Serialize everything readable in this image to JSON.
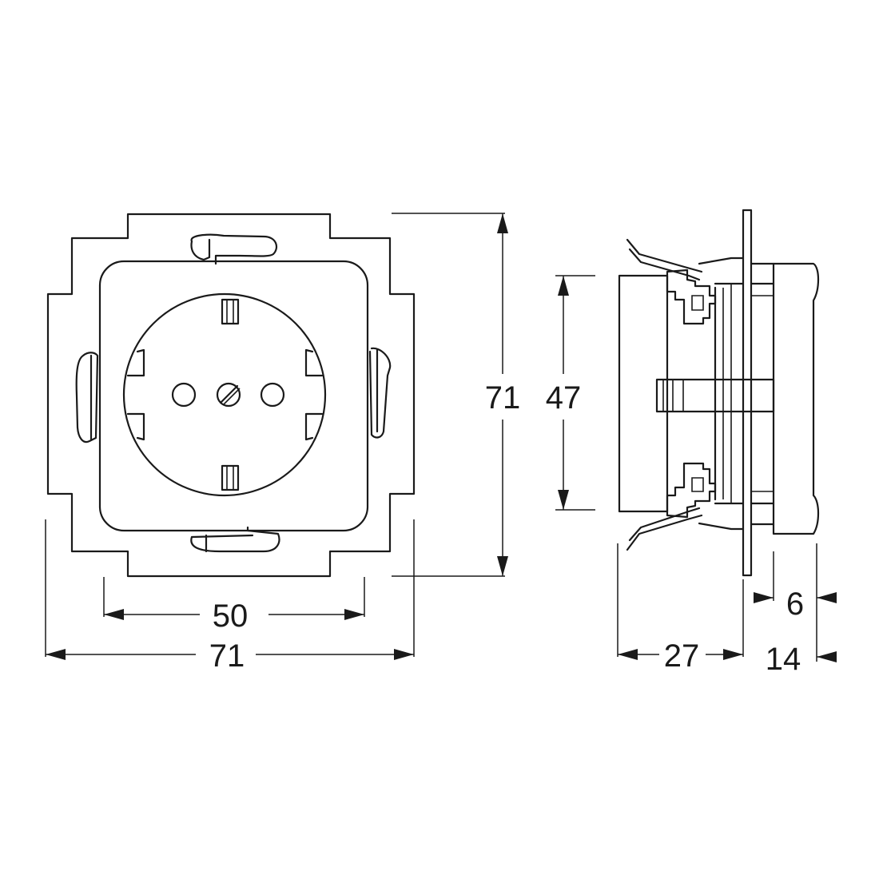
{
  "dimensions": {
    "front_height": "71",
    "front_width": "71",
    "socket_spacing": "50",
    "mount_height": "47",
    "depth": "27",
    "cover_thickness": "6",
    "cover_depth": "14"
  },
  "colors": {
    "line": "#1a1a1a",
    "background": "#ffffff"
  }
}
